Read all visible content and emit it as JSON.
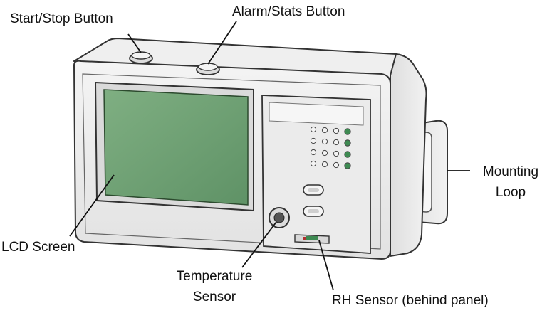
{
  "labels": {
    "start_stop": "Start/Stop Button",
    "alarm_stats": "Alarm/Stats Button",
    "mounting_loop": [
      "Mounting",
      "Loop"
    ],
    "lcd_screen": "LCD Screen",
    "temperature_sensor": [
      "Temperature",
      "Sensor"
    ],
    "rh_sensor": "RH Sensor (behind panel)"
  },
  "colors": {
    "lcd": "#6e9e72",
    "body": "#eeeeee",
    "outline": "#333333",
    "led_green": "#3e8a52"
  }
}
